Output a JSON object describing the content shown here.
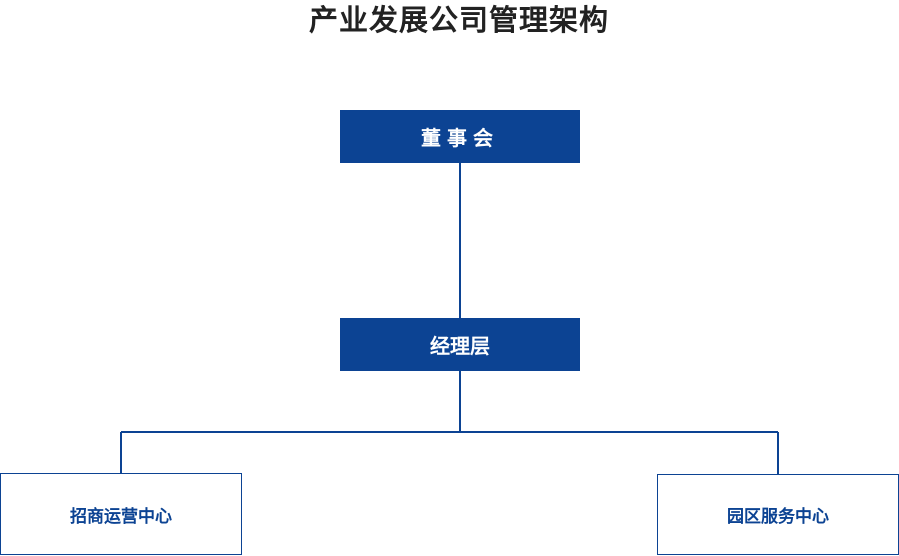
{
  "title": "产业发展公司管理架构",
  "nodes": {
    "board": "董事会",
    "manager": "经理层",
    "merchant_center": "招商运营中心",
    "park_service_center": "园区服务中心"
  },
  "colors": {
    "primary": "#0c4393",
    "title_text": "#222222"
  }
}
